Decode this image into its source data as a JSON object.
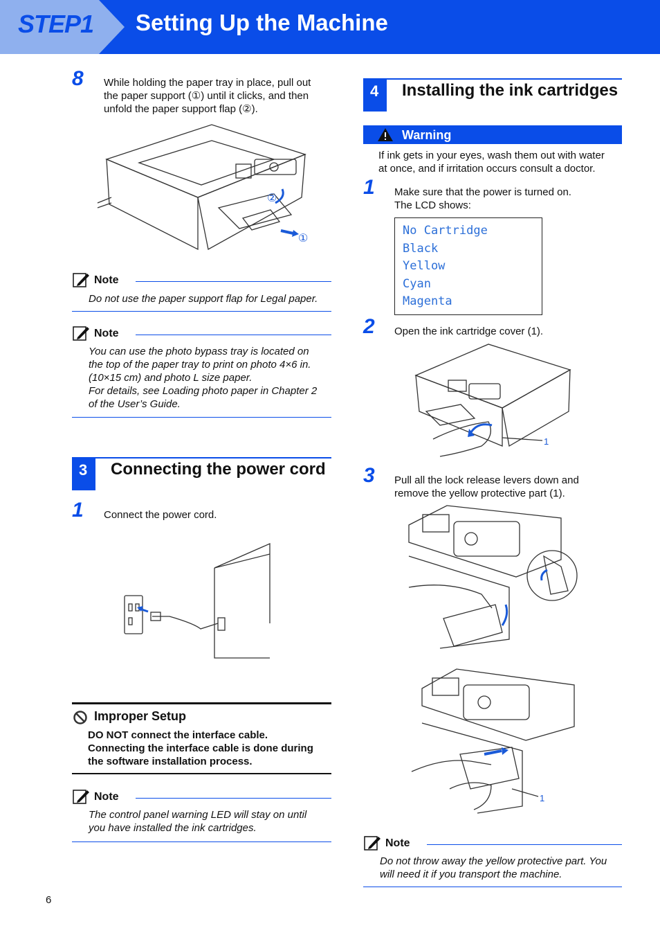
{
  "header": {
    "step_label": "STEP1",
    "title": "Setting Up the Machine"
  },
  "left": {
    "step8": {
      "number": "8",
      "lines": [
        "While holding the paper tray in place, pull out",
        "the paper support (①) until it clicks, and then",
        "unfold the paper support flap (②)."
      ],
      "callouts": [
        "②",
        "①"
      ]
    },
    "note1": {
      "label": "Note",
      "lines": [
        "Do not use the paper support flap for Legal paper."
      ]
    },
    "note2": {
      "label": "Note",
      "lines": [
        "You can use the photo bypass tray is located on",
        "the top of the paper tray to print on photo 4×6 in.",
        "(10×15 cm) and photo L size paper.",
        "For details, see Loading photo paper in Chapter 2",
        "of the User’s Guide."
      ]
    },
    "section3": {
      "number": "3",
      "title": "Connecting the power cord"
    },
    "step1": {
      "number": "1",
      "text": "Connect the power cord."
    },
    "improper": {
      "title": "Improper Setup",
      "lines": [
        "DO NOT connect the interface cable.",
        "Connecting the interface cable is done during",
        "the software installation process."
      ]
    },
    "note3": {
      "label": "Note",
      "lines": [
        "The control panel warning LED will stay on until",
        "you have installed the ink cartridges."
      ]
    }
  },
  "right": {
    "section4": {
      "number": "4",
      "title": "Installing the ink cartridges"
    },
    "warning": {
      "label": "Warning",
      "lines": [
        "If ink gets in your eyes, wash them out with water",
        "at once, and if irritation occurs consult a doctor."
      ]
    },
    "step1": {
      "number": "1",
      "lines": [
        "Make sure that the power is turned on.",
        "The LCD shows:"
      ]
    },
    "lcd": {
      "lines": [
        "No Cartridge",
        "Black",
        "Yellow",
        "Cyan",
        "Magenta"
      ]
    },
    "step2": {
      "number": "2",
      "text": "Open the ink cartridge cover (1).",
      "callout": "1"
    },
    "step3": {
      "number": "3",
      "lines": [
        "Pull all the lock release levers down and",
        "remove the yellow protective part (1)."
      ],
      "callout": "1"
    },
    "note4": {
      "label": "Note",
      "lines": [
        "Do not throw away the yellow protective part. You",
        "will need it if you transport the machine."
      ]
    }
  },
  "page_number": "6",
  "colors": {
    "accent": "#0a4de8",
    "lcd_text": "#2c6fd8"
  }
}
